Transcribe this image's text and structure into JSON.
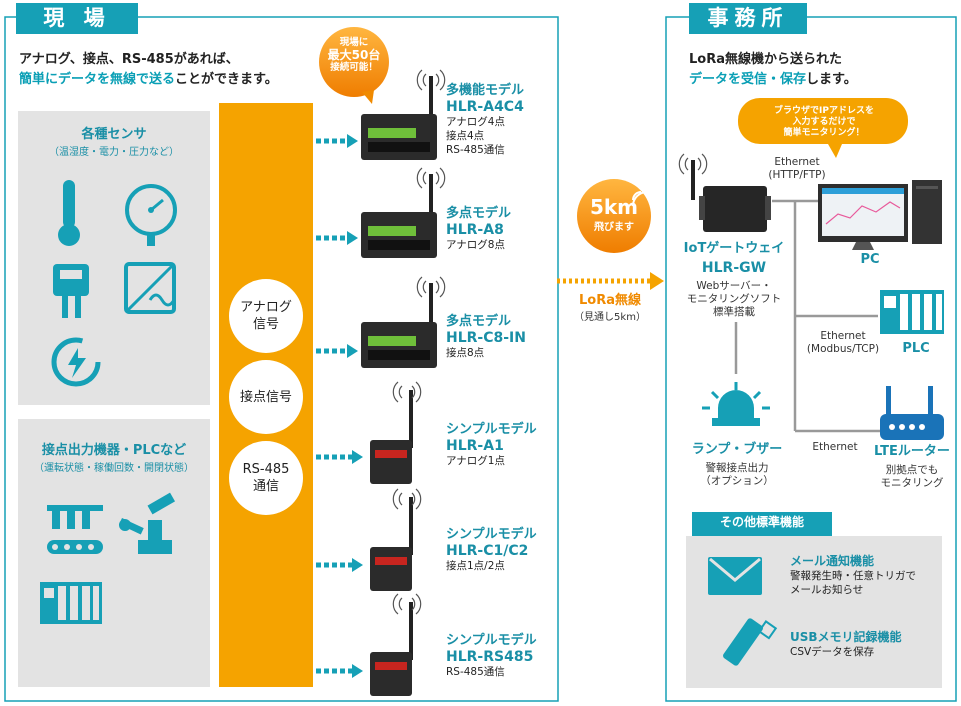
{
  "field": {
    "title": "現 場",
    "intro_line1_a": "アナログ、接点、RS-485があれば、",
    "intro_line2_hl": "簡単にデータを無線で送る",
    "intro_line2_b": "ことができます。",
    "badge": [
      "現場に",
      "最大50台",
      "接続可能！"
    ],
    "sensors": {
      "title": "各種センサ",
      "subtitle": "（温湿度・電力・圧力など）"
    },
    "devices": {
      "title": "接点出力機器・PLCなど",
      "subtitle": "（運転状態・稼働回数・開閉状態）"
    },
    "signals": [
      {
        "lines": [
          "アナログ",
          "信号"
        ]
      },
      {
        "lines": [
          "接点信号"
        ]
      },
      {
        "lines": [
          "RS-485",
          "通信"
        ]
      }
    ],
    "models": [
      {
        "name": "多機能モデル",
        "code": "HLR-A4C4",
        "specs": [
          "アナログ4点",
          "接点4点",
          "RS-485通信"
        ]
      },
      {
        "name": "多点モデル",
        "code": "HLR-A8",
        "specs": [
          "アナログ8点"
        ]
      },
      {
        "name": "多点モデル",
        "code": "HLR-C8-IN",
        "specs": [
          "接点8点"
        ]
      },
      {
        "name": "シンプルモデル",
        "code": "HLR-A1",
        "specs": [
          "アナログ1点"
        ]
      },
      {
        "name": "シンプルモデル",
        "code": "HLR-C1/C2",
        "specs": [
          "接点1点/2点"
        ]
      },
      {
        "name": "シンプルモデル",
        "code": "HLR-RS485",
        "specs": [
          "RS-485通信"
        ]
      }
    ]
  },
  "link": {
    "distance": "5km",
    "distance_sub": "飛びます",
    "label": "LoRa無線",
    "sublabel": "（見通し5km）"
  },
  "office": {
    "title": "事務所",
    "intro_line1": "LoRa無線機から送られた",
    "intro_line2_hl": "データを受信・保存",
    "intro_line2_b": "します。",
    "bubble": [
      "ブラウザでIPアドレスを",
      "入力するだけで",
      "簡単モニタリング！"
    ],
    "gateway": {
      "name": "IoTゲートウェイ",
      "code": "HLR-GW",
      "desc": [
        "Webサーバー・",
        "モニタリングソフト",
        "標準搭載"
      ]
    },
    "eth1": [
      "Ethernet",
      "(HTTP/FTP)"
    ],
    "eth2": [
      "Ethernet",
      "(Modbus/TCP)"
    ],
    "eth3": [
      "Ethernet"
    ],
    "pc": "PC",
    "plc": "PLC",
    "router": {
      "name": "LTEルーター",
      "desc": [
        "別拠点でも",
        "モニタリング"
      ]
    },
    "lamp": {
      "name": "ランプ・ブザー",
      "desc": [
        "警報接点出力",
        "（オプション）"
      ]
    },
    "other_title": "その他標準機能",
    "features": [
      {
        "title": "メール通知機能",
        "desc": [
          "警報発生時・任意トリガで",
          "メールお知らせ"
        ]
      },
      {
        "title": "USBメモリ記録機能",
        "desc": [
          "CSVデータを保存"
        ]
      }
    ]
  },
  "colors": {
    "teal": "#16a0b6",
    "orange": "#f5a300",
    "gray": "#e3e3e3",
    "dark": "#333333"
  }
}
